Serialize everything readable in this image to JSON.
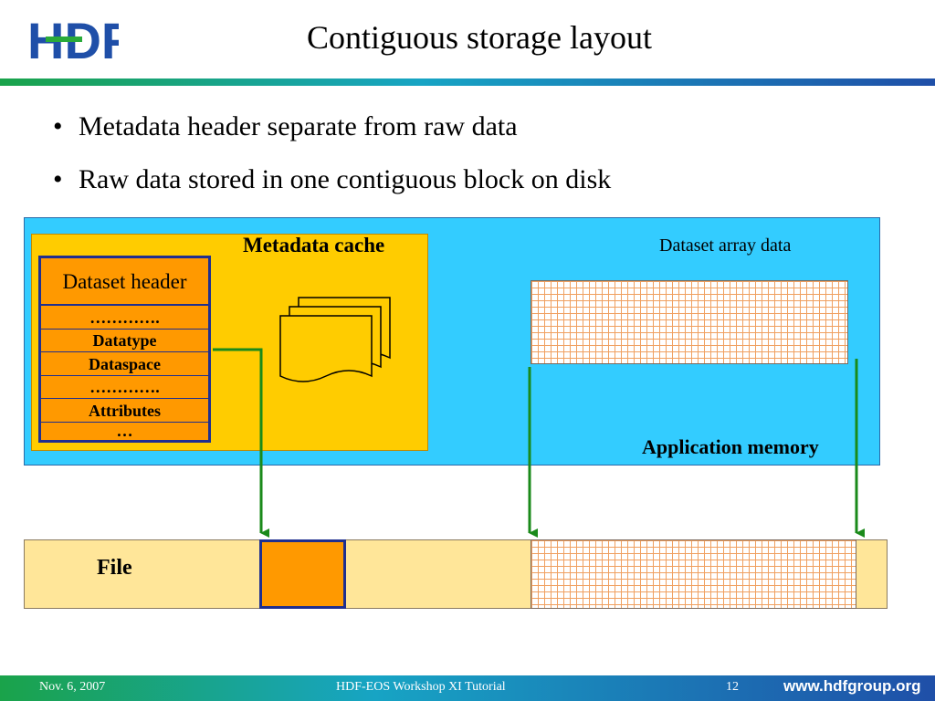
{
  "slide": {
    "title": "Contiguous storage layout",
    "bullets": [
      "Metadata header separate from raw data",
      "Raw data stored in one contiguous block on disk"
    ]
  },
  "diagram": {
    "metadata_cache_label": "Metadata cache",
    "application_memory_label": "Application memory",
    "dataset_array_label": "Dataset array data",
    "file_label": "File",
    "dataset_header_rows": [
      "Dataset header",
      "………….",
      "Datatype",
      "Dataspace",
      "………….",
      "Attributes",
      "…"
    ]
  },
  "footer": {
    "date": "Nov. 6, 2007",
    "tutorial": "HDF-EOS Workshop XI Tutorial",
    "page_number": "12",
    "url": "www.hdfgroup.org"
  },
  "logo": {
    "text": "HDF"
  },
  "colors": {
    "app_memory_bg": "#33ccff",
    "metadata_cache_bg": "#ffcc00",
    "header_block_bg": "#ff9900",
    "file_strip_bg": "#ffe699",
    "arrow_green": "#1a8a1a",
    "border_navy": "#1f2f8f"
  }
}
